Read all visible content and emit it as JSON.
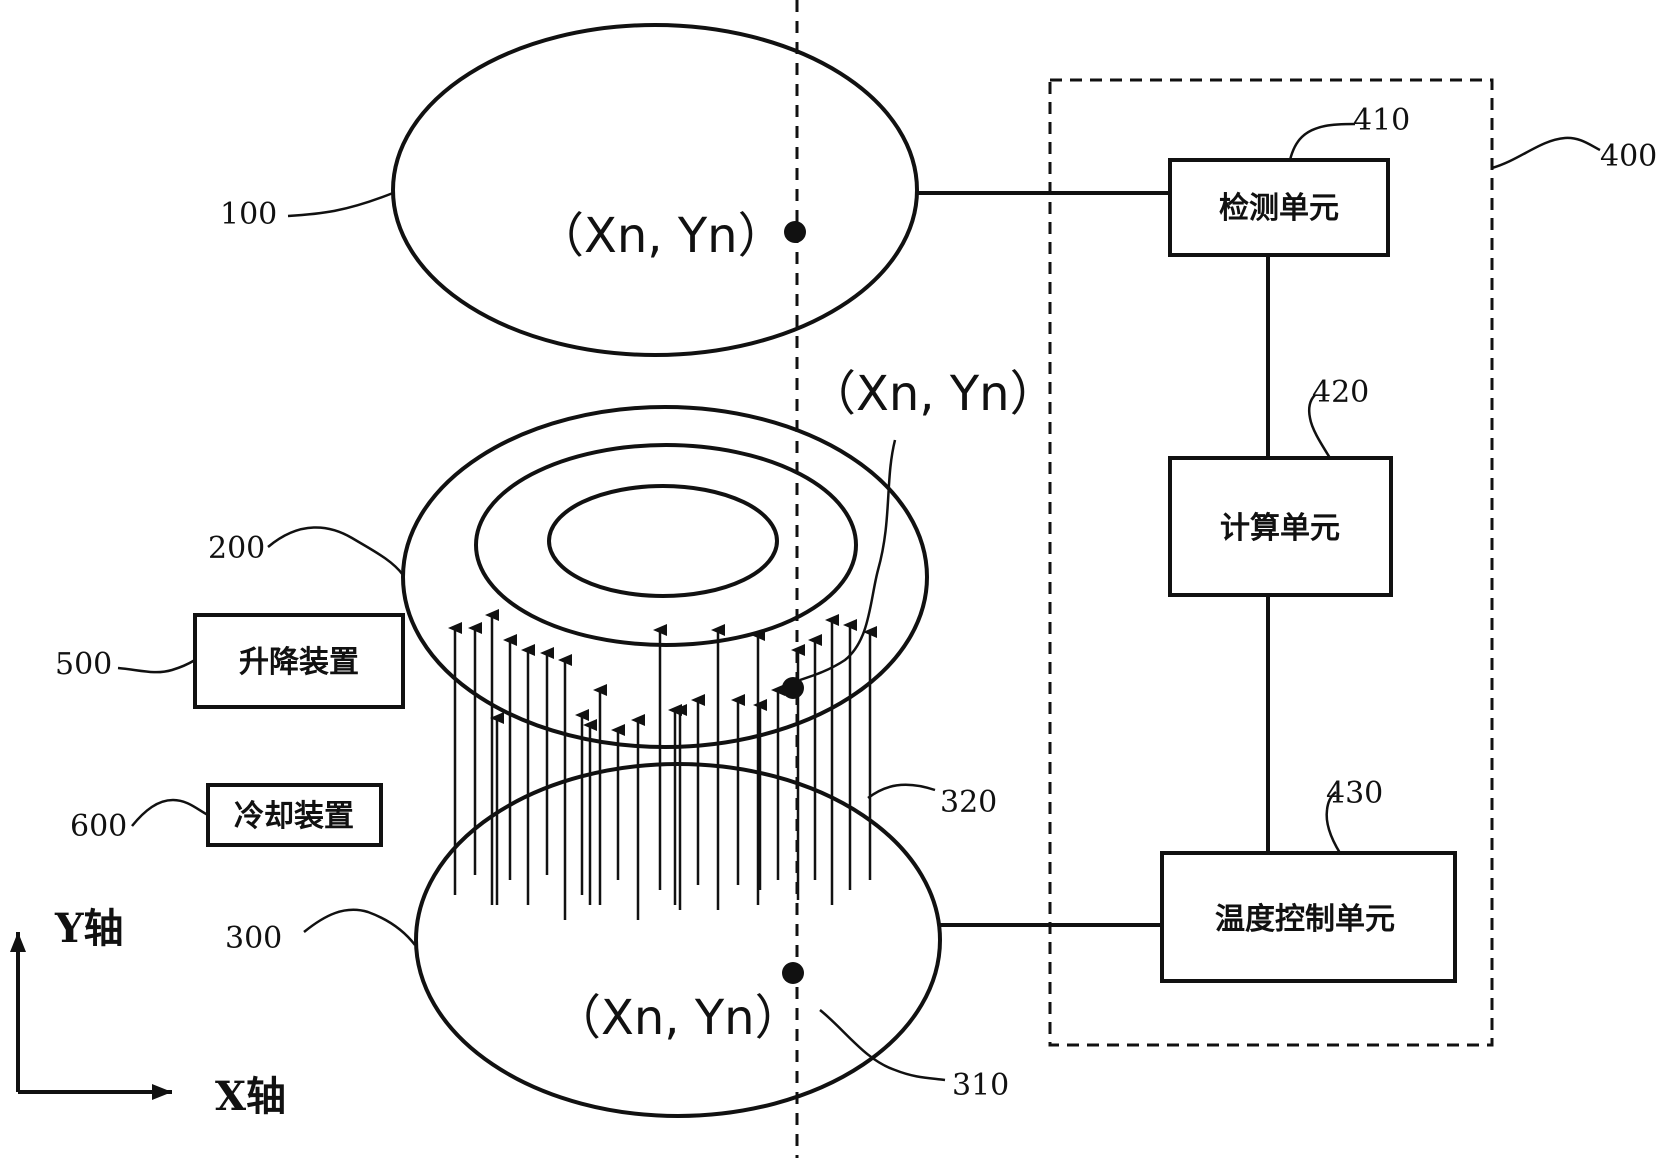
{
  "labels": {
    "ref_100": "100",
    "ref_200": "200",
    "ref_300": "300",
    "ref_310": "310",
    "ref_320": "320",
    "ref_400": "400",
    "ref_410": "410",
    "ref_420": "420",
    "ref_430": "430",
    "ref_500": "500",
    "ref_600": "600"
  },
  "coordinates": {
    "top": "（Xn, Yn）",
    "middle": "（Xn, Yn）",
    "bottom": "（Xn, Yn）"
  },
  "boxes": {
    "detect": "检测单元",
    "compute": "计算单元",
    "temp_control": "温度控制单元",
    "lift": "升降装置",
    "cooling": "冷却装置"
  },
  "axes": {
    "y": "Y轴",
    "x": "X轴"
  },
  "colors": {
    "stroke": "#111111",
    "background": "#ffffff"
  }
}
